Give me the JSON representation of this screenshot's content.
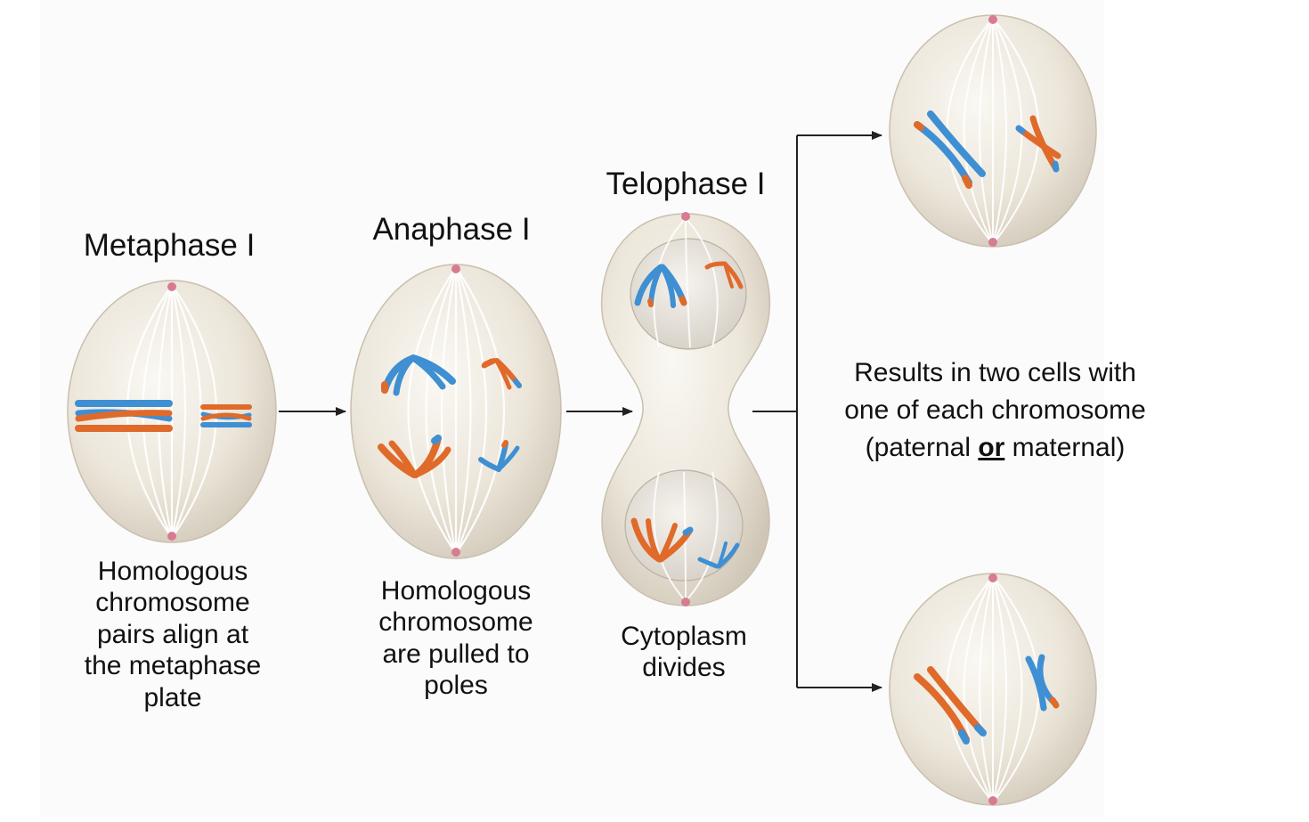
{
  "stages": {
    "metaphase": {
      "title": "Metaphase I",
      "caption": [
        "Homologous",
        "chromosome",
        "pairs align at",
        "the metaphase",
        "plate"
      ]
    },
    "anaphase": {
      "title": "Anaphase I",
      "caption": [
        "Homologous",
        "chromosome",
        "are pulled to",
        "poles"
      ]
    },
    "telophase": {
      "title": "Telophase I",
      "caption": [
        "Cytoplasm",
        "divides"
      ]
    }
  },
  "result": {
    "line1": "Results in two cells with",
    "line2": "one of each chromosome",
    "line3_before": "(paternal ",
    "line3_emphasis": "or",
    "line3_after": " maternal)"
  },
  "colors": {
    "paternal_chromosome": "#3f8fd3",
    "maternal_chromosome": "#e06a2a",
    "cell_fill": "#ece7dc",
    "spindle": "#ffffff",
    "centrosome": "#d77b93",
    "arrow": "#222222"
  }
}
